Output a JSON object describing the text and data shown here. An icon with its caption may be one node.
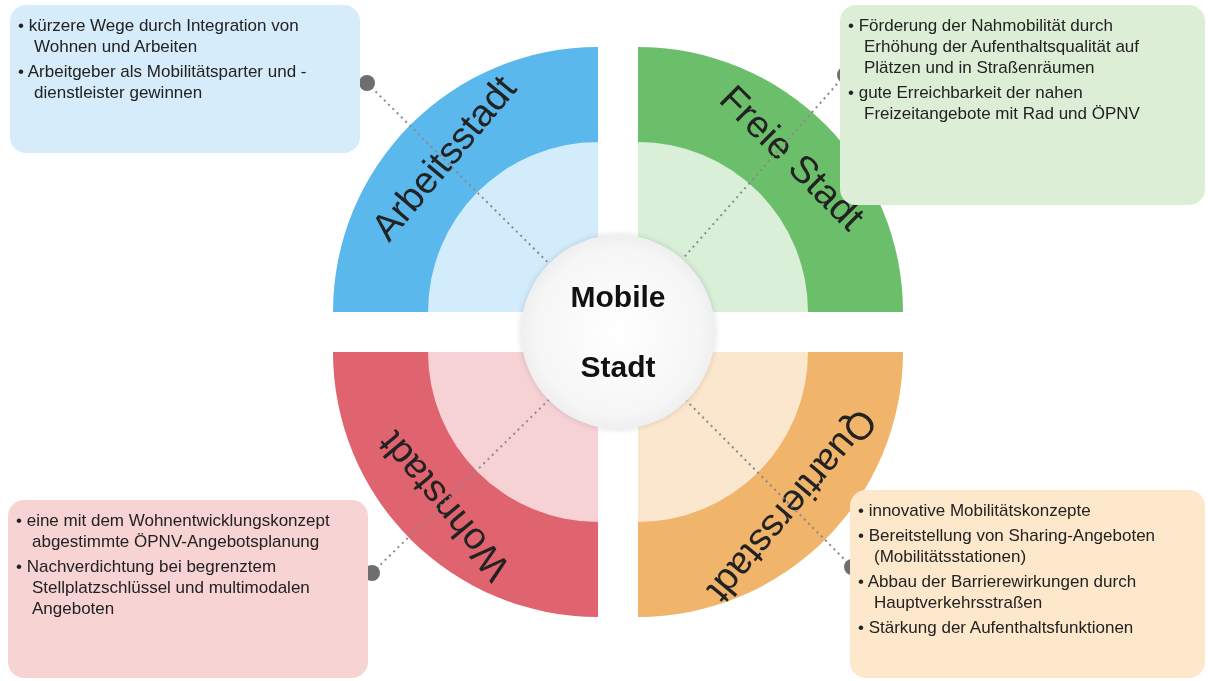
{
  "diagram": {
    "nodes": [
      {
        "text": [
          "Mobile Stadt"
        ]
      },
      {
        "text": [
          "Arbeitsstadt"
        ]
      },
      {
        "text": [
          "Freie Stadt"
        ]
      },
      {
        "text": [
          "Wohnstadt"
        ]
      },
      {
        "text": [
          "Quartiersstadt"
        ]
      },
      {
        "text": [
          "• kürzere Wege durch Integration von Wohnen und Arbeiten",
          "• Arbeitgeber als Mobilitätsparter und -dienstleister gewinnen"
        ]
      },
      {
        "text": [
          "• Förderung der Nahmobilität durch Erhöhung der Aufenthaltsqualität auf Plätzen und in Straßenräumen",
          "• gute Erreichbarkeit der nahen Freizeitangebote mit Rad und ÖPNV"
        ]
      },
      {
        "text": [
          "• eine mit dem Wohnentwicklungskonzept abgestimmte ÖPNV-Angebotsplanung",
          "• Nachverdichtung bei begrenztem Stellplatzschlüssel und multimodalen Angeboten"
        ]
      },
      {
        "text": [
          "• innovative Mobilitätskonzepte",
          "• Bereitstellung von Sharing-Angeboten (Mobilitätsstationen)",
          "• Abbau der Barrierewirkungen durch Hauptverkehrsstraßen",
          "• Stärkung der Aufenthaltsfunktionen"
        ]
      }
    ],
    "edges": [
      {
        "from": 5,
        "to": 0,
        "arrow": "other",
        "style": "dashed"
      },
      {
        "from": 6,
        "to": 0,
        "arrow": "other",
        "style": "dashed"
      },
      {
        "from": 7,
        "to": 0,
        "arrow": "other",
        "style": "dashed"
      },
      {
        "from": 8,
        "to": 0,
        "arrow": "other",
        "style": "dashed"
      }
    ]
  }
}
